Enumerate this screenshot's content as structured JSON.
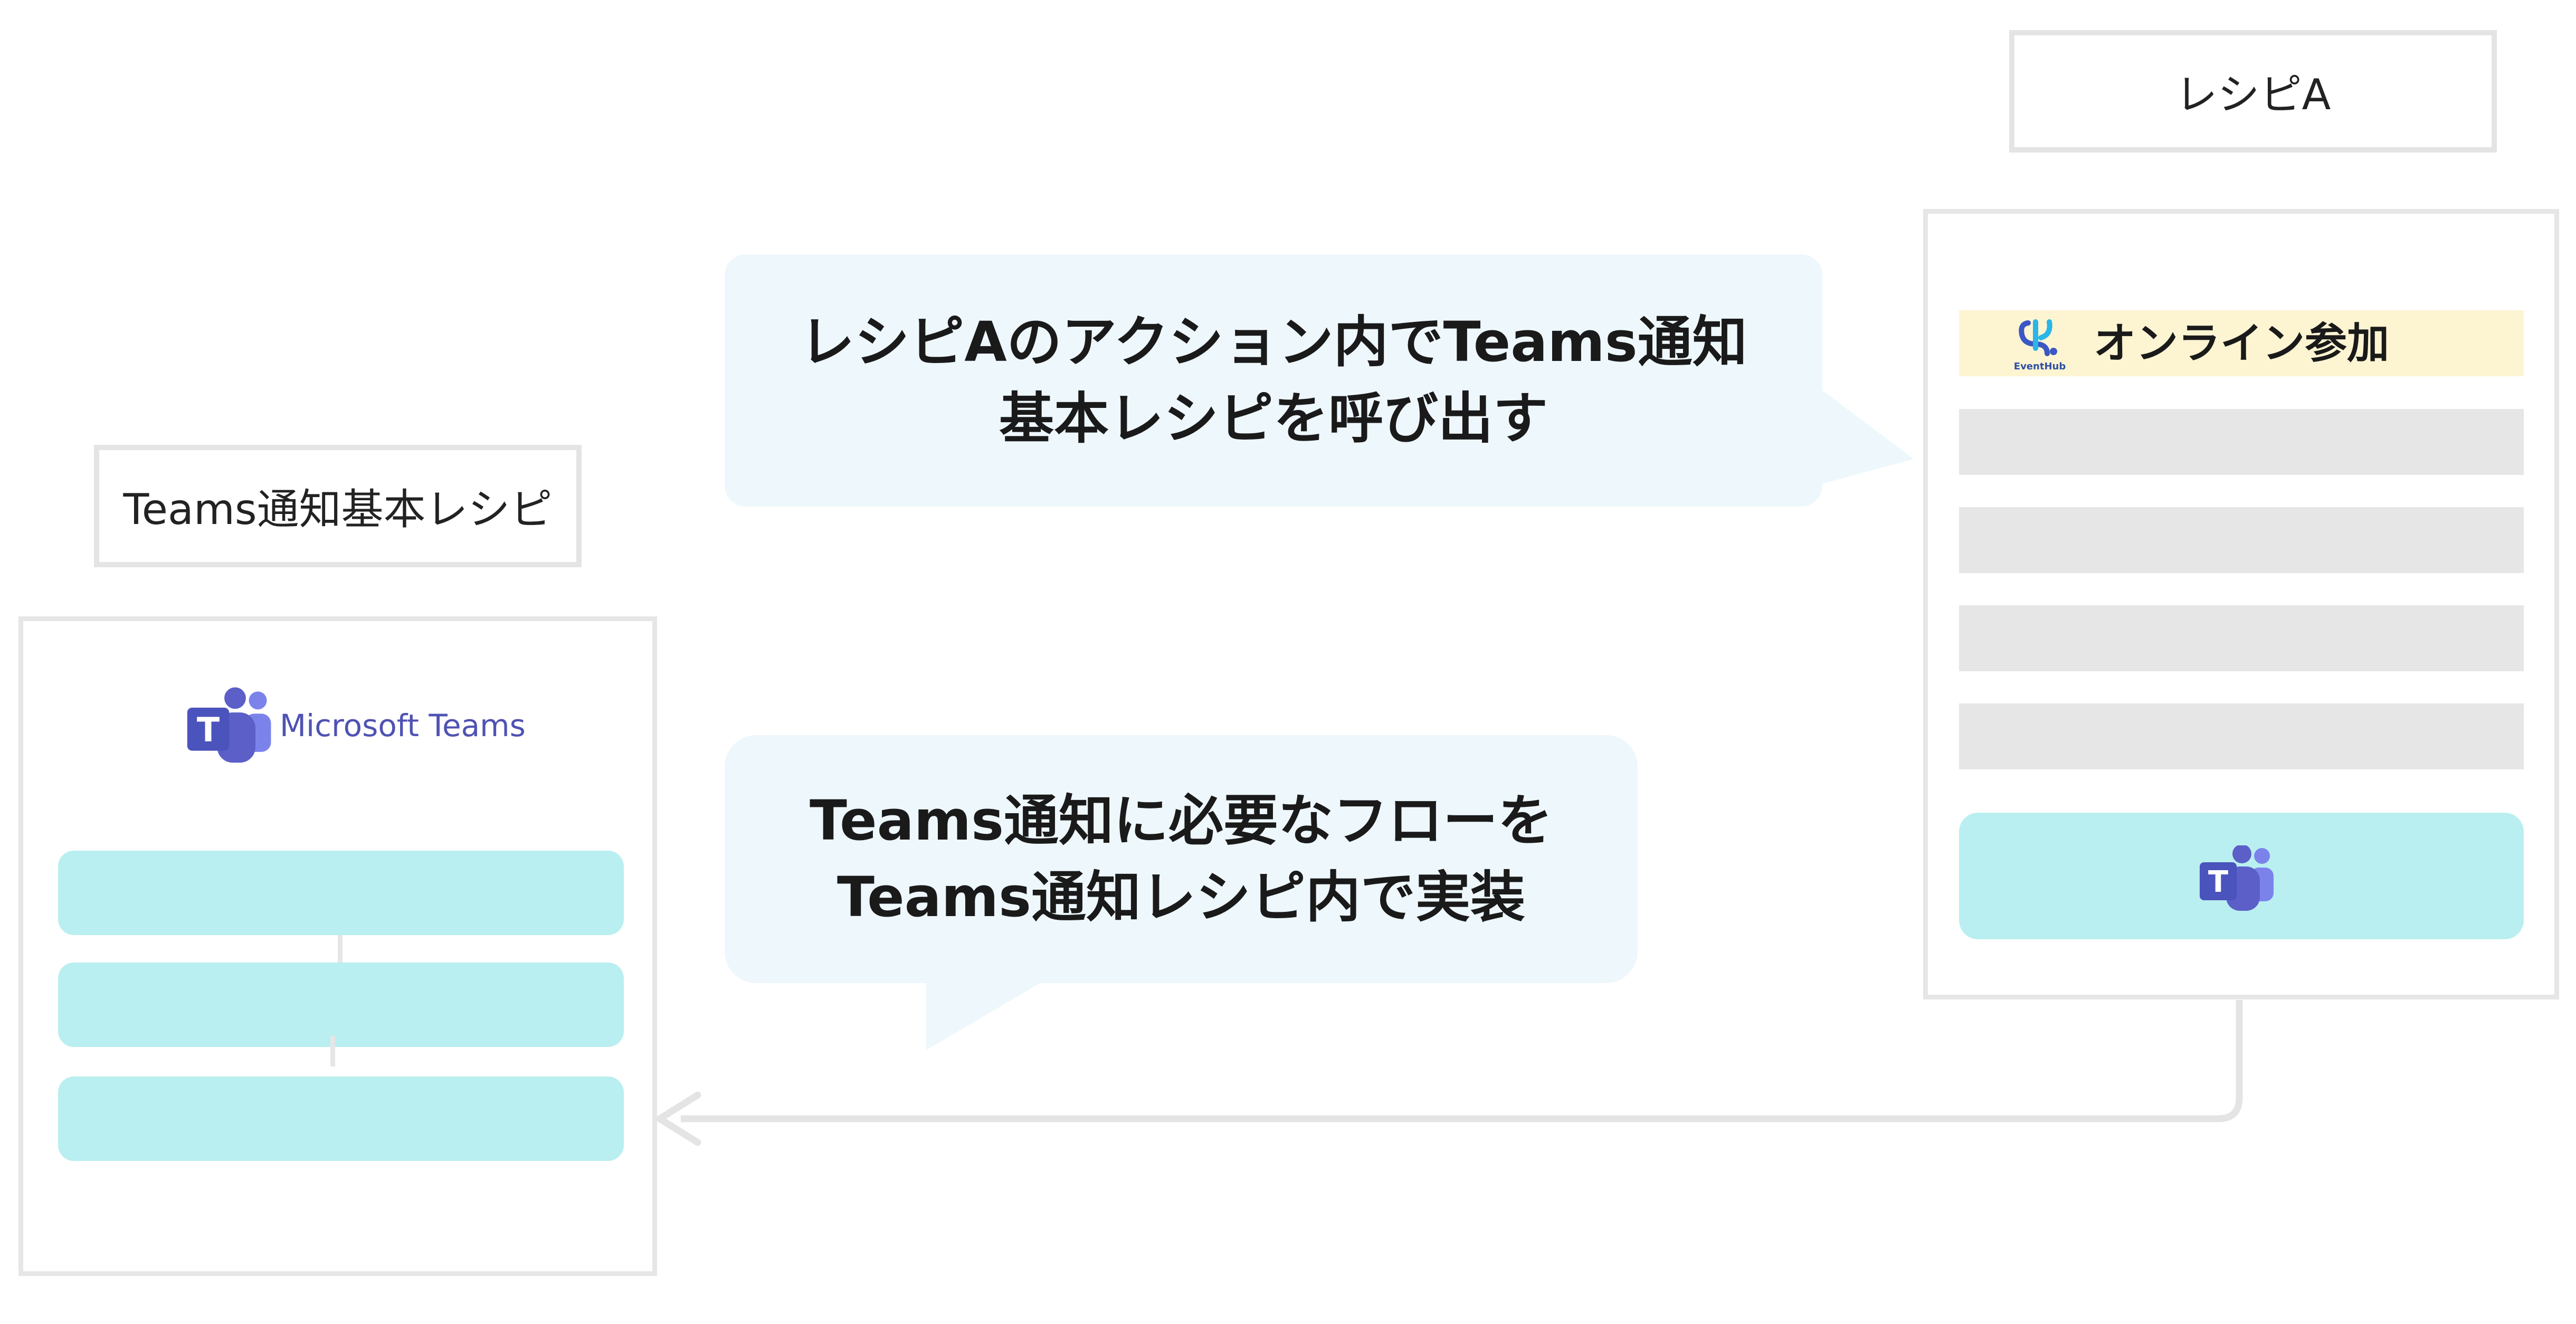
{
  "recipe_a": {
    "label": "レシピA",
    "eventhub": {
      "title": "オンライン参加",
      "logo_text": "EventHub"
    }
  },
  "teams_recipe": {
    "label": "Teams通知基本レシピ",
    "brand": "Microsoft Teams"
  },
  "bubbles": {
    "top": {
      "line1": "レシピAのアクション内でTeams通知",
      "line2": "基本レシピを呼び出す"
    },
    "bottom": {
      "line1": "Teams通知に必要なフローを",
      "line2": "Teams通知レシピ内で実装"
    }
  },
  "colors": {
    "teal": "#b9eff0",
    "bubble_bg": "#eef7fc",
    "eventhub_bar": "#fdf4d2",
    "gray_bar": "#e6e6e6",
    "border": "#e4e4e4",
    "teams_purple": "#5b5fc7",
    "teams_text": "#4f52b2",
    "arrow": "#e4e4e4"
  }
}
